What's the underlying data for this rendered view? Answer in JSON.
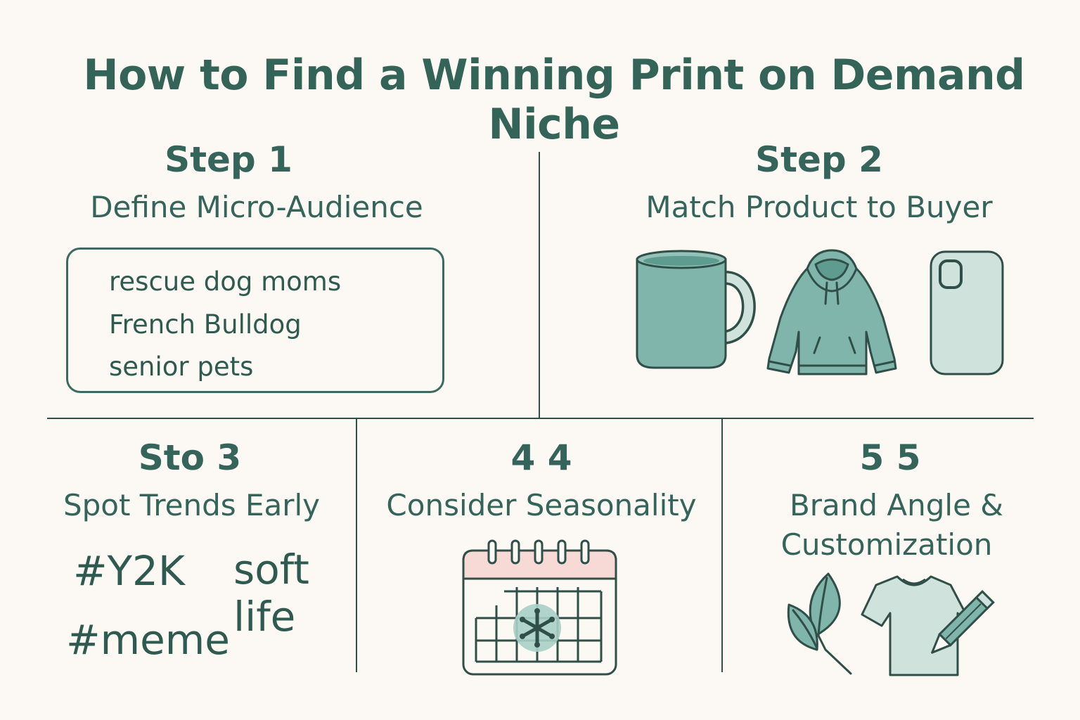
{
  "title": "How to Find a Winning Print on Demand Niche",
  "colors": {
    "text": "#2f5a50",
    "accent": "#7fb5aa",
    "light": "#cfe3dc",
    "outline": "#2f4f48",
    "calendar_header": "#f7d9d6"
  },
  "steps": [
    {
      "number": "Step 1",
      "heading": "Define Micro-Audience",
      "audiences": [
        "rescue dog moms",
        "French Bulldog",
        "senior pets"
      ]
    },
    {
      "number": "Step 2",
      "heading": "Match Product to Buyer",
      "icons": [
        "mug-icon",
        "hoodie-icon",
        "phone-case-icon"
      ]
    },
    {
      "number": "Sto 3",
      "heading": "Spot Trends Early",
      "tags": [
        "#Y2K",
        "soft",
        "life",
        "#meme"
      ]
    },
    {
      "number": "4 4",
      "heading": "Consider Seasonality",
      "icons": [
        "calendar-icon",
        "snowflake-icon"
      ]
    },
    {
      "number": "5 5",
      "heading_line1": "Brand Angle &",
      "heading_line2": "Customization",
      "icons": [
        "leaf-icon",
        "tshirt-icon",
        "pencil-icon"
      ]
    }
  ]
}
